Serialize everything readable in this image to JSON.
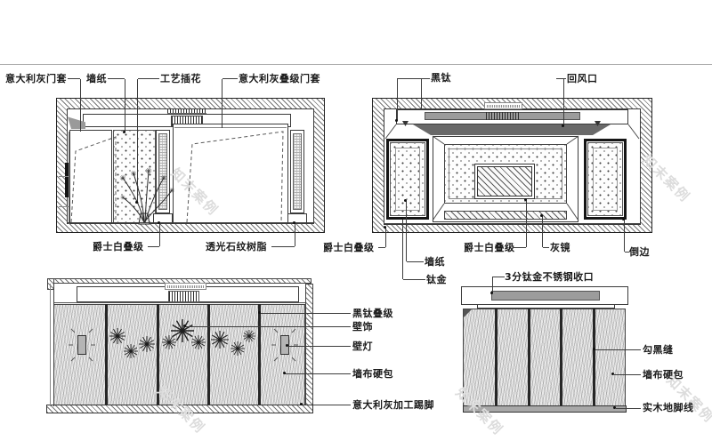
{
  "watermark": {
    "text": "知末案例"
  },
  "e1": {
    "labels": {
      "door_casing": "意大利灰门套",
      "wallpaper": "墙纸",
      "craft_flowers": "工艺插花",
      "stepped_door_casing": "意大利灰叠级门套",
      "jazz_white_step": "爵士白叠级",
      "translucent_stone_resin": "透光石纹树脂"
    }
  },
  "e2": {
    "labels": {
      "black_titanium": "黑钛",
      "return_air_vent": "回风口",
      "jazz_white_step_left": "爵士白叠级",
      "wallpaper": "墙纸",
      "titanium_gold": "钛金",
      "jazz_white_step_center": "爵士白叠级",
      "grey_mirror": "灰镜",
      "beveled_edge": "倒边"
    }
  },
  "e3": {
    "labels": {
      "black_titanium_step": "黑钛叠级",
      "wall_ornament": "壁饰",
      "wall_lamp": "壁灯",
      "fabric_hard_panel": "墙布硬包",
      "italian_grey_skirting": "意大利灰加工踢脚"
    }
  },
  "e4": {
    "labels": {
      "steel_trim": "3分钛金不锈钢收口",
      "black_seam": "勾黑缝",
      "fabric_hard_panel": "墙布硬包",
      "solid_wood_skirting": "实木地脚线"
    }
  }
}
